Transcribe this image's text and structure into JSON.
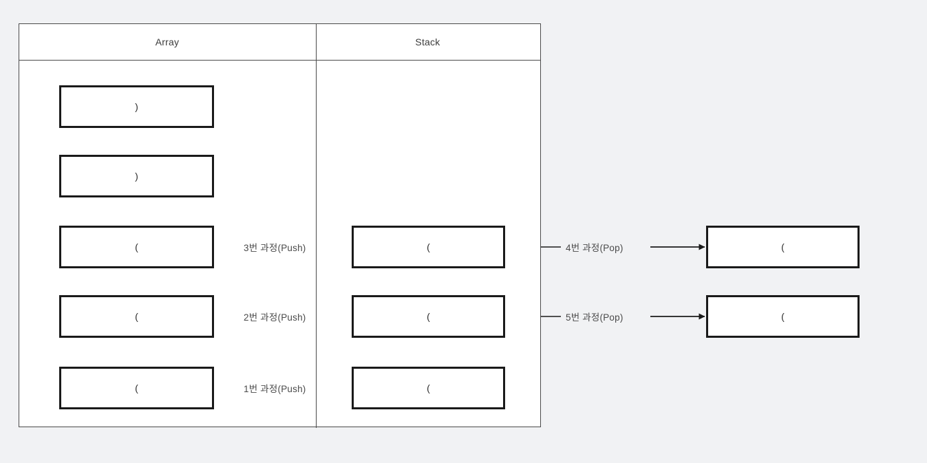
{
  "diagram": {
    "title_columns": {
      "array": "Array",
      "stack": "Stack"
    },
    "colors": {
      "background": "#f1f2f4",
      "panel": "#ffffff",
      "box_border": "#1a1a1a",
      "frame_border": "#4a4a4a",
      "text": "#2b2b2b",
      "label_text": "#4a4a4a"
    },
    "array_column": {
      "items": [
        {
          "value": ")"
        },
        {
          "value": ")"
        },
        {
          "value": "("
        },
        {
          "value": "("
        },
        {
          "value": "("
        }
      ]
    },
    "stack_column": {
      "items": [
        {
          "value": "("
        },
        {
          "value": "("
        },
        {
          "value": "("
        }
      ]
    },
    "popped_column": {
      "items": [
        {
          "value": "("
        },
        {
          "value": "("
        }
      ]
    },
    "push_edges": [
      {
        "label": "3번 과정(Push)"
      },
      {
        "label": "2번 과정(Push)"
      },
      {
        "label": "1번 과정(Push)"
      }
    ],
    "pop_edges": [
      {
        "label": "4번 과정(Pop)"
      },
      {
        "label": "5번 과정(Pop)"
      }
    ]
  }
}
